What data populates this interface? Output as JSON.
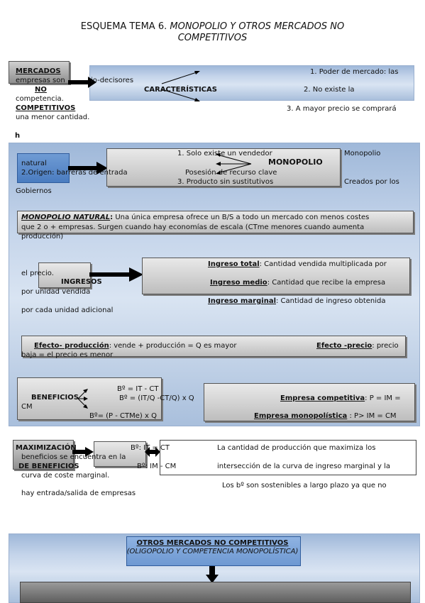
{
  "title": {
    "prefix": "ESQUEMA TEMA 6. ",
    "line1_italic": "MONOPOLIO Y OTROS MERCADOS NO",
    "line2_italic": "COMPETITIVOS"
  },
  "section1": {
    "mercados": "MERCADOS",
    "empresas_line": "empresas son",
    "precio_decisores": "io-decisores",
    "no": "NO",
    "competencia": "competencia.",
    "competitivos": "COMPETITIVOS",
    "menor_cantidad": "una menor cantidad.",
    "caracteristicas": "CARACTERÍSTICAS",
    "items": [
      "1.  Poder de mercado: las",
      "2.  No existe la",
      "3.  A mayor precio se comprará"
    ]
  },
  "stray_h": "h",
  "section2": {
    "natural": "natural",
    "origen": "2.Origen: barreras de entrada",
    "monopolio_items": [
      "1.  Solo existe un vendedor",
      "Posesión de recurso clave",
      "3. Producto sin sustitutivos"
    ],
    "monopolio": "MONOPOLIO",
    "monopolio_side": "Monopolio",
    "creados": "Creados por los",
    "gobiernos": "Gobiernos",
    "mon_nat_label": "MONOPOLIO NATURAL",
    "mon_nat_colon": ":",
    "mon_nat_text1": " Una única empresa ofrece un B/S a todo un mercado con menos costes",
    "mon_nat_text2": "que 2 o + empresas. Surgen cuando hay economías de escala (CTme  menores cuando aumenta",
    "mon_nat_text3": "producción)",
    "el_precio": "el precio.",
    "ingresos": "INGRESOS",
    "por_unidad": "por unidad vendida",
    "por_cada": "por cada unidad adicional",
    "ingreso_total_label": "Ingreso total",
    "ingreso_total_text": ":  Cantidad vendida multiplicada por",
    "ingreso_medio_label": "Ingreso medio",
    "ingreso_medio_text": ":  Cantidad que recibe la empresa",
    "ingreso_marginal_label": "Ingreso marginal",
    "ingreso_marginal_text": ":  Cantidad de ingreso obtenida",
    "efecto_prod_label": "Efecto- producción",
    "efecto_prod_text": ": vende + producción = Q es mayor",
    "efecto_precio_label": "Efecto -precio",
    "efecto_precio_text": ":  precio",
    "baja": "baja = el precio es menor",
    "beneficios": "BENEFICIOS",
    "cm": "CM",
    "b1": "Bº = IT - CT",
    "b2": "Bº = (IT/Q -CT/Q) x Q",
    "b3": "Bº= (P - CTMe) x Q",
    "emp_comp_label": "Empresa competitiva",
    "emp_comp_text": ": P = IM =",
    "emp_mono_label": "Empresa monopolística",
    "emp_mono_text": " : P> IM = CM"
  },
  "section3": {
    "maximizacion": "MAXIMIZACIÓN",
    "beneficios_se": "beneficios se encuentra en la",
    "de_beneficios": "DE BENEFICIOS",
    "curva": "curva de coste marginal.",
    "hay_entrada": "hay entrada/salida de empresas",
    "b_it_ct": "Bº: IT = CT",
    "b_im_cm": "Bº:  IM - CM",
    "cantidad": "La cantidad de producción que maximiza los",
    "interseccion": "intersección de la curva de ingreso marginal y la",
    "sostenibles": "Los bº son sostenibles a largo plazo ya que no"
  },
  "section4": {
    "otros": "OTROS MERCADOS NO COMPETITIVOS",
    "oligopolio": "(OLIGOPOLIO Y COMPETENCIA MONOPOLÍSTICA)"
  }
}
